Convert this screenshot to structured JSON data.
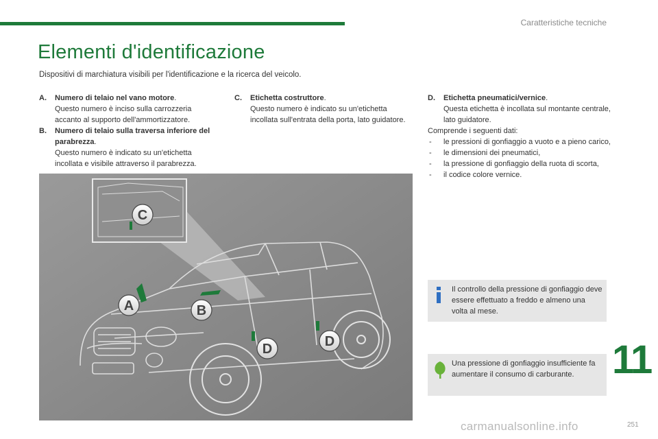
{
  "header": {
    "section_title": "Caratteristiche tecniche",
    "page_title": "Elementi d'identificazione",
    "intro": "Dispositivi di marchiatura visibili per l'identificazione e la ricerca del veicolo."
  },
  "entries": {
    "a": {
      "letter": "A.",
      "title": "Numero di telaio nel vano motore",
      "punct": ".",
      "body": "Questo numero è inciso sulla carrozzeria accanto al supporto dell'ammortizzatore."
    },
    "b": {
      "letter": "B.",
      "title": "Numero di telaio sulla traversa inferiore del parabrezza",
      "punct": ".",
      "body": "Questo numero è indicato su un'etichetta incollata e visibile attraverso il parabrezza."
    },
    "c": {
      "letter": "C.",
      "title": "Etichetta costruttore",
      "punct": ".",
      "body": "Questo numero è indicato su un'etichetta incollata sull'entrata della porta, lato guidatore."
    },
    "d": {
      "letter": "D.",
      "title": "Etichetta pneumatici/vernice",
      "punct": ".",
      "body": "Questa etichetta è incollata sul montante centrale, lato guidatore."
    }
  },
  "data_list": {
    "intro": "Comprende i seguenti dati:",
    "items": [
      "le pressioni di gonfiaggio a vuoto e a pieno carico,",
      "le dimensioni dei pneumatici,",
      "la pressione di gonfiaggio della ruota di scorta,",
      "il codice colore vernice."
    ]
  },
  "figure": {
    "labels": {
      "a": "A",
      "b": "B",
      "c": "C",
      "d1": "D",
      "d2": "D"
    }
  },
  "info_box": {
    "icon": "info-icon",
    "text": "Il controllo della pressione di gonfiaggio deve essere effettuato a freddo e almeno una volta al mese."
  },
  "eco_box": {
    "icon": "leaf-icon",
    "text": "Una pressione di gonfiaggio insufficiente fa aumentare il consumo di carburante."
  },
  "footer": {
    "chapter_number": "11",
    "page_number": "251",
    "watermark": "carmanualsonline.info"
  },
  "colors": {
    "accent": "#1e7a3a",
    "box_bg": "#e6e6e6",
    "figure_bg": "#8a8a8a",
    "info_icon": "#2f6fc2",
    "eco_icon": "#69b23a"
  }
}
